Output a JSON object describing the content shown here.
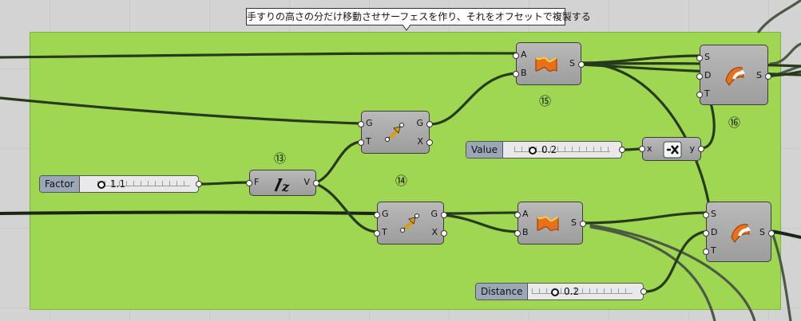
{
  "callout": "手すりの高さの分だけ移動させサーフェスを作り、それをオフセットで複製する",
  "labels": {
    "n13": "⑬",
    "n14": "⑭",
    "n15": "⑮",
    "n16": "⑯"
  },
  "sliders": {
    "factor": {
      "label": "Factor",
      "value": "1.1"
    },
    "value": {
      "label": "Value",
      "value": "0.2"
    },
    "distance": {
      "label": "Distance",
      "value": "0.2"
    }
  },
  "components": {
    "amplitude": {
      "in": [
        "F"
      ],
      "out": [
        "V"
      ]
    },
    "move_top": {
      "in": [
        "G",
        "T"
      ],
      "out": [
        "G",
        "X"
      ]
    },
    "move_bottom": {
      "in": [
        "G",
        "T"
      ],
      "out": [
        "G",
        "X"
      ]
    },
    "ruled_top": {
      "in": [
        "A",
        "B"
      ],
      "out": [
        "S"
      ]
    },
    "ruled_bottom": {
      "in": [
        "A",
        "B"
      ],
      "out": [
        "S"
      ]
    },
    "offset_top": {
      "in": [
        "S",
        "D",
        "T"
      ],
      "out": [
        "S"
      ]
    },
    "offset_bottom": {
      "in": [
        "S",
        "D",
        "T"
      ],
      "out": [
        "S"
      ]
    },
    "negative": {
      "in": [
        "x"
      ],
      "out": [
        "y"
      ]
    }
  },
  "colors": {
    "group": "#9fd753",
    "canvas": "#d3d3d3",
    "wire": "#283a1c",
    "slider_label": "#9ba6b7"
  }
}
